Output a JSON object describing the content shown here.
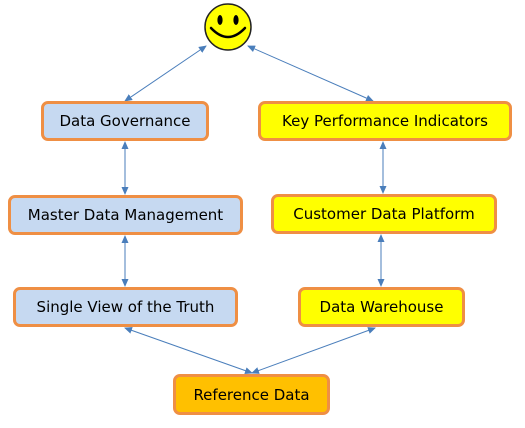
{
  "nodes": {
    "data_governance": "Data Governance",
    "kpi": "Key Performance Indicators",
    "master_data_management": "Master Data Management",
    "customer_data_platform": "Customer Data Platform",
    "single_view": "Single View of the Truth",
    "data_warehouse": "Data Warehouse",
    "reference_data": "Reference Data"
  },
  "icons": {
    "top": "smiley-face-icon"
  },
  "colors": {
    "blue_fill": "#c6d9f1",
    "yellow_fill": "#ffff00",
    "orange_fill": "#ffc000",
    "border": "#ef8f44",
    "arrow": "#4a7ebb"
  }
}
